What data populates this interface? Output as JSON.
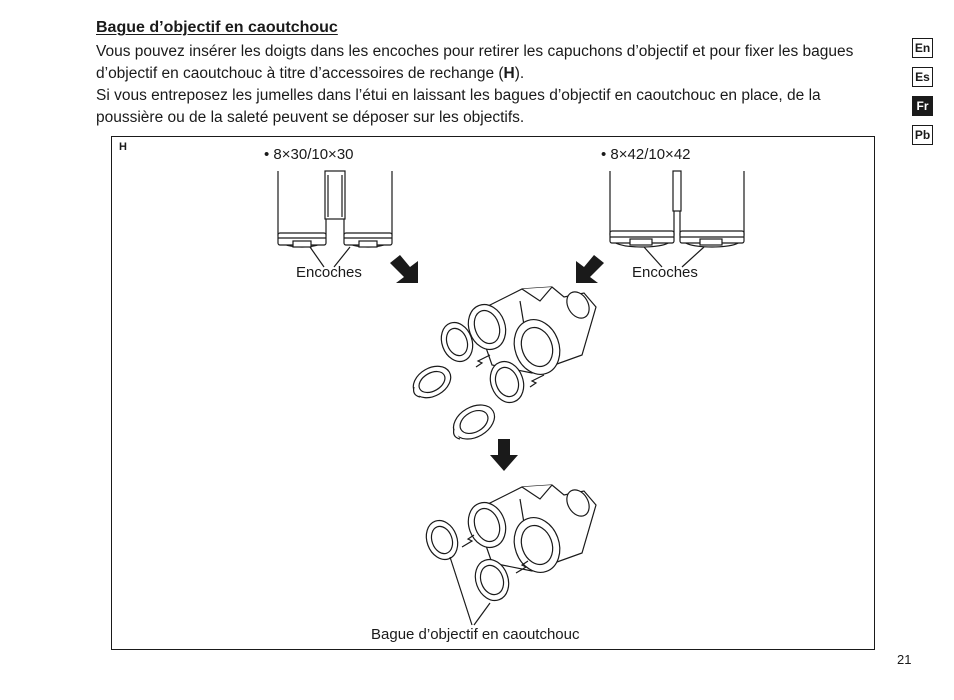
{
  "section": {
    "title": "Bague d’objectif en caoutchouc",
    "para1_before": "Vous pouvez insérer les doigts dans les encoches pour retirer les capuchons d’objectif et pour fixer les bagues d’objectif en caoutchouc à titre d’accessoires de rechange (",
    "para1_ref": "H",
    "para1_after": ").",
    "para2": "Si vous entreposez les jumelles dans l’étui en laissant les bagues d’objectif en caoutchouc en place, de la poussière ou de la saleté peuvent se déposer sur les objectifs."
  },
  "language_tabs": [
    {
      "label": "En",
      "active": false
    },
    {
      "label": "Es",
      "active": false
    },
    {
      "label": "Fr",
      "active": true
    },
    {
      "label": "Pb",
      "active": false
    }
  ],
  "figure": {
    "label": "H",
    "model_left": "• 8×30/10×30",
    "model_right": "• 8×42/10×42",
    "notch_left": "Encoches",
    "notch_right": "Encoches",
    "ring_caption": "Bague d’objectif en caoutchouc"
  },
  "page_number": "21"
}
